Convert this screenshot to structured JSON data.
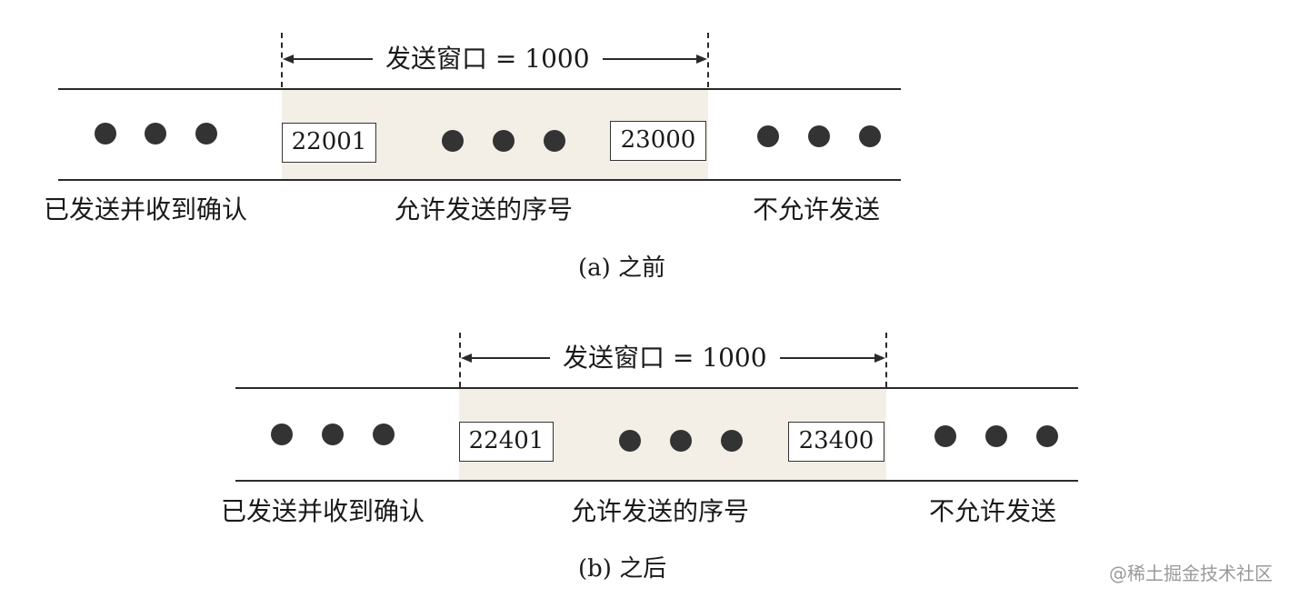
{
  "diagrams": [
    {
      "window_label": "发送窗口 = 1000",
      "seq_start": "22001",
      "seq_end": "23000",
      "labels": {
        "acked": "已发送并收到确认",
        "allowed": "允许发送的序号",
        "not_allowed": "不允许发送"
      },
      "caption": "(a) 之前"
    },
    {
      "window_label": "发送窗口 = 1000",
      "seq_start": "22401",
      "seq_end": "23400",
      "labels": {
        "acked": "已发送并收到确认",
        "allowed": "允许发送的序号",
        "not_allowed": "不允许发送"
      },
      "caption": "(b) 之后"
    }
  ],
  "watermark": "@稀土掘金技术社区"
}
